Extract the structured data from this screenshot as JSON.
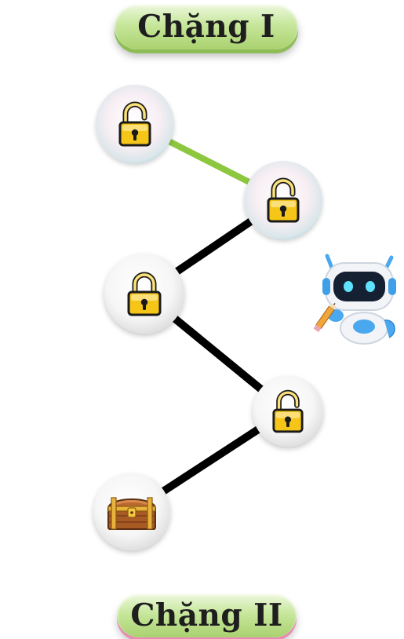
{
  "stage_current": {
    "title": "Chặng I"
  },
  "stage_next": {
    "title": "Chặng II"
  },
  "path": {
    "completed_color": "#8dc63f",
    "pending_color": "#000000"
  },
  "nodes": [
    {
      "icon": "unlocked-padlock-icon",
      "status": "unlocked"
    },
    {
      "icon": "unlocked-padlock-icon",
      "status": "unlocked"
    },
    {
      "icon": "locked-padlock-icon",
      "status": "locked"
    },
    {
      "icon": "unlocked-padlock-icon",
      "status": "locked"
    },
    {
      "icon": "treasure-chest-icon",
      "status": "locked"
    }
  ],
  "mascot": {
    "icon": "robot-mascot-icon"
  }
}
